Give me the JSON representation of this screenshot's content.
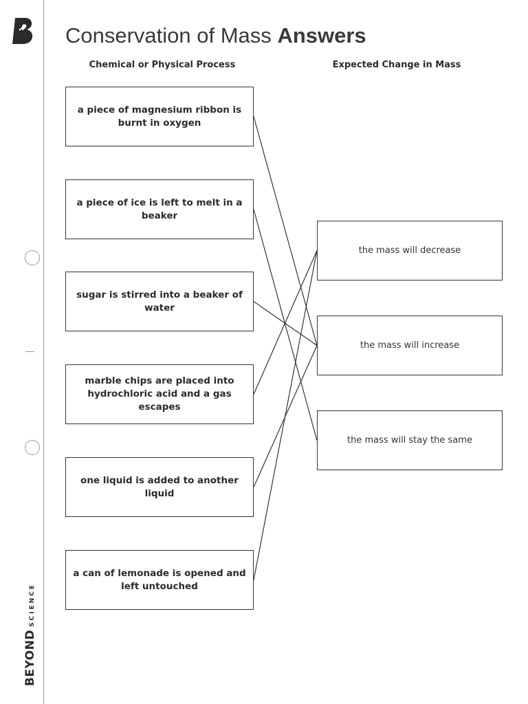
{
  "title": {
    "prefix": "Conservation of Mass",
    "emphasis": "Answers"
  },
  "columns": {
    "left": "Chemical or Physical Process",
    "right": "Expected Change in Mass"
  },
  "processes": [
    "a piece of magnesium ribbon is burnt in oxygen",
    "a piece of ice is left to melt in a beaker",
    "sugar is stirred into a beaker of water",
    "marble chips are placed into hydrochloric acid and a gas escapes",
    "one liquid is added to another liquid",
    "a can of lemonade is opened and left untouched"
  ],
  "changes": [
    "the mass will decrease",
    "the mass will increase",
    "the mass will stay the same"
  ],
  "matches": [
    {
      "process": 1,
      "change": 2
    },
    {
      "process": 2,
      "change": 3
    },
    {
      "process": 3,
      "change": 2
    },
    {
      "process": 4,
      "change": 1
    },
    {
      "process": 5,
      "change": 2
    },
    {
      "process": 6,
      "change": 1
    }
  ],
  "brand": {
    "primary": "BEYOND",
    "secondary": "SCIENCE"
  },
  "colors": {
    "line": "#333333",
    "text": "#2b2b2b",
    "margin_rule": "#9a9a9a"
  },
  "icons": {
    "logo": "beyond-b-logo-icon",
    "punch_hole": "punch-hole-icon"
  }
}
